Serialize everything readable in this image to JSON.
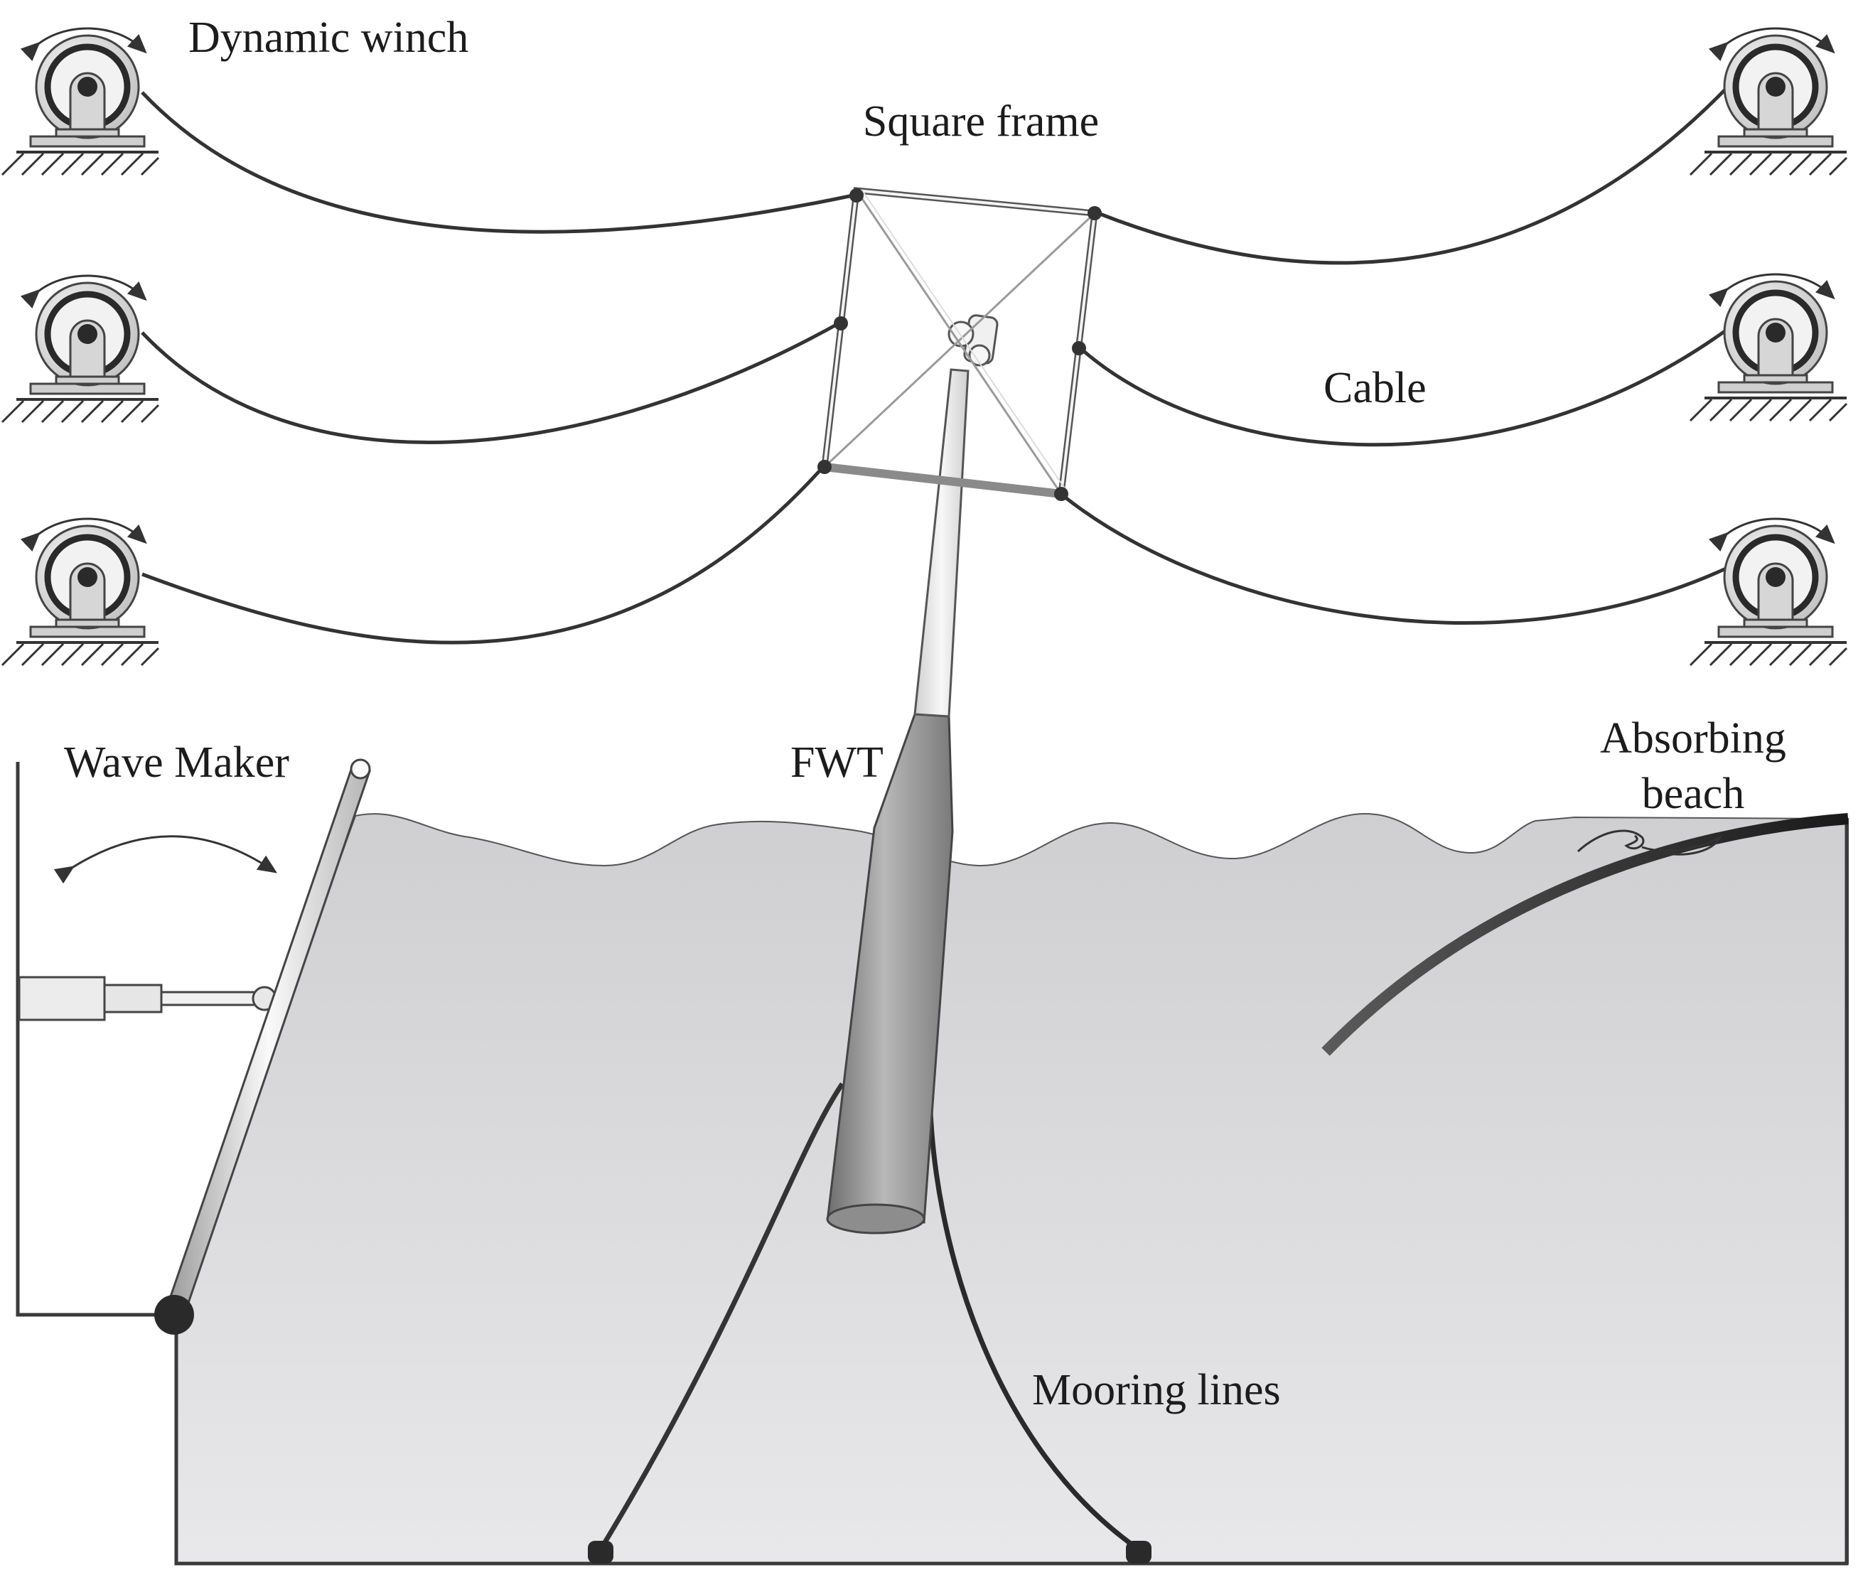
{
  "labels": {
    "dynamic_winch": "Dynamic winch",
    "square_frame": "Square frame",
    "cable": "Cable",
    "wave_maker": "Wave Maker",
    "fwt": "FWT",
    "absorbing_beach_line1": "Absorbing",
    "absorbing_beach_line2": "beach",
    "mooring_lines": "Mooring lines"
  },
  "colors": {
    "water": "#d9d9db",
    "line": "#3a3a3a",
    "winch_fill": "#e3e3e3",
    "tower_dark": "#8a8a8a",
    "tower_light": "#ececec"
  }
}
